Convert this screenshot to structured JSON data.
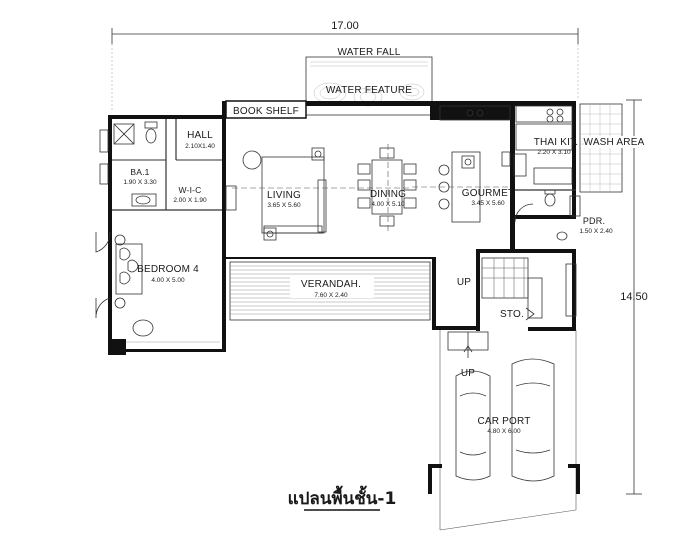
{
  "dimensions": {
    "width": "17.00",
    "height": "14.50"
  },
  "rooms": {
    "waterfall": "WATER FALL",
    "water_feature": "WATER FEATURE",
    "book_shelf": "BOOK SHELF",
    "hall": {
      "name": "HALL",
      "size": "2.10X1.40"
    },
    "bath": {
      "name": "BA.1",
      "size": "1.90 X 3.30"
    },
    "wic": {
      "name": "W-I-C",
      "size": "2.00 X 1.90"
    },
    "living": {
      "name": "LIVING",
      "size": "3.65 X 5.60"
    },
    "dining": {
      "name": "DINING",
      "size": "4.00 X 5.10"
    },
    "gourmet": {
      "name": "GOURMET",
      "size": "3.45 X 5.60"
    },
    "thai_kit": {
      "name": "THAI KIT.",
      "size": "2.20 X 3.10"
    },
    "wash_area": "WASH AREA",
    "pdr": {
      "name": "PDR.",
      "size": "1.50 X 2.40"
    },
    "bedroom4": {
      "name": "BEDROOM 4",
      "size": "4.00 X 5.00"
    },
    "verandah": {
      "name": "VERANDAH.",
      "size": "7.60 X 2.40"
    },
    "stair_up": "UP",
    "sto": "STO.",
    "carport_up": "UP",
    "carport": {
      "name": "CAR PORT",
      "size": "4.80 X 6.00"
    }
  },
  "plan_title": "แปลนพื้นชั้น-1"
}
